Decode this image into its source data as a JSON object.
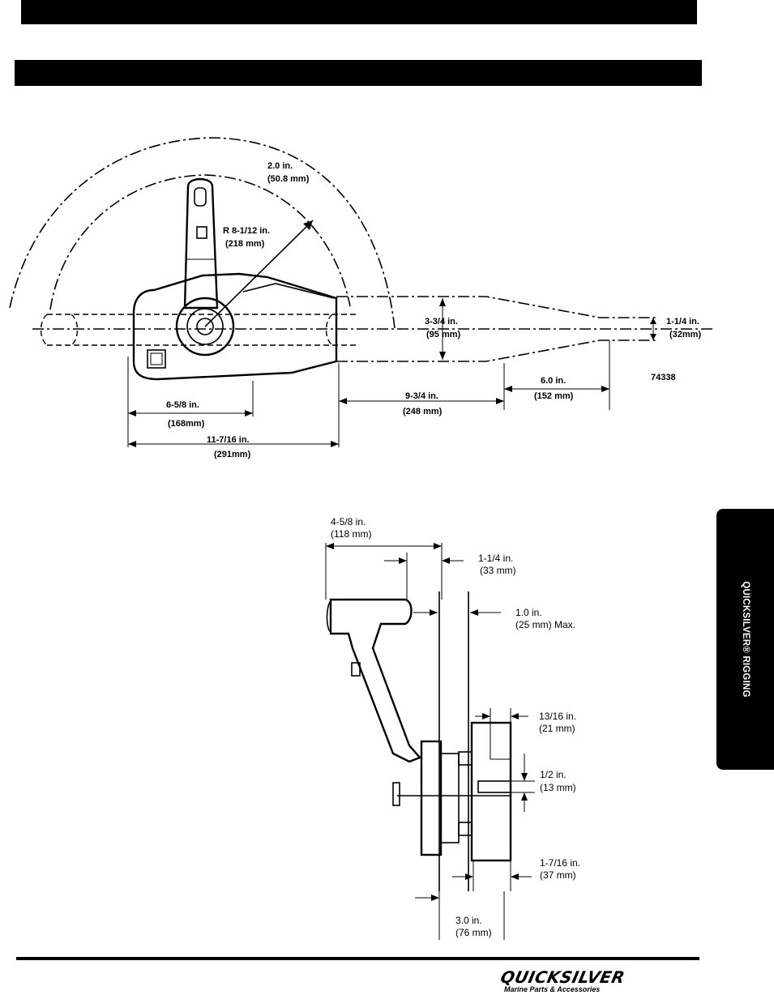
{
  "header": {
    "bar_text": "",
    "title_bar_text": ""
  },
  "side_tab": {
    "label": "QUICKSILVER® RIGGING"
  },
  "figure_top": {
    "figure_number": "74338",
    "dimensions": {
      "arc_clearance": {
        "in": "2.0 in.",
        "mm": "(50.8 mm)"
      },
      "radius": {
        "in": "R 8-1/12 in.",
        "mm": "(218 mm)"
      },
      "cable_height": {
        "in": "3-3/4 in.",
        "mm": "(95 mm)"
      },
      "cable_end_height": {
        "in": "1-1/4 in.",
        "mm": "(32mm)"
      },
      "mount_width": {
        "in": "6-5/8 in.",
        "mm": "(168mm)"
      },
      "overall_length": {
        "in": "11-7/16 in.",
        "mm": "(291mm)"
      },
      "cable_taper_length": {
        "in": "9-3/4 in.",
        "mm": "(248 mm)"
      },
      "cable_end_length": {
        "in": "6.0 in.",
        "mm": "(152 mm)"
      }
    }
  },
  "figure_bottom": {
    "dimensions": {
      "handle_depth": {
        "in": "4-5/8 in.",
        "mm": "(118 mm)"
      },
      "panel_offset": {
        "in": "1-1/4 in.",
        "mm": "(33 mm)"
      },
      "panel_thickness": {
        "in": "1.0 in.",
        "mm": "(25 mm) Max."
      },
      "flange_width": {
        "in": "13/16 in.",
        "mm": "(21 mm)"
      },
      "shaft_height": {
        "in": "1/2 in.",
        "mm": "(13 mm)"
      },
      "housing_width": {
        "in": "1-7/16 in.",
        "mm": "(37 mm)"
      },
      "overall_depth": {
        "in": "3.0 in.",
        "mm": "(76 mm)"
      }
    }
  },
  "footer": {
    "brand_name": "QUICKSILVER",
    "brand_tagline": "Marine Parts & Accessories"
  }
}
